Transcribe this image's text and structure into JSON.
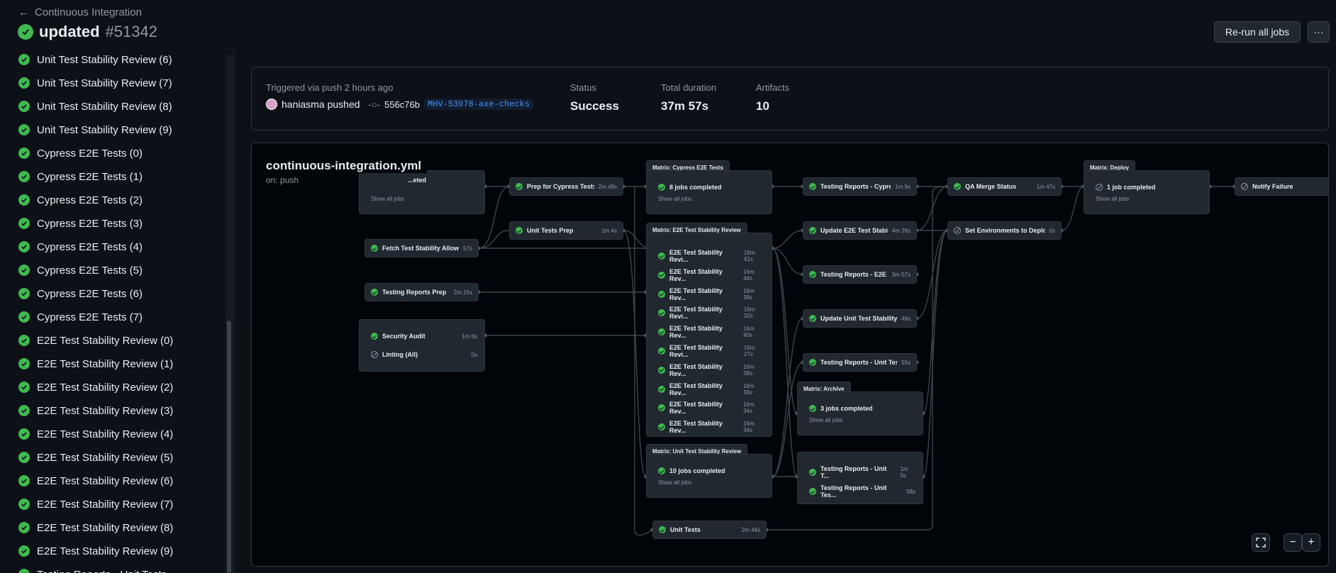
{
  "header": {
    "back_label": "Continuous Integration",
    "run_title": "updated",
    "run_number": "#51342",
    "rerun_label": "Re-run all jobs",
    "more_label": "···"
  },
  "sidebar": {
    "items": [
      {
        "label": "Unit Test Stability Review (6)"
      },
      {
        "label": "Unit Test Stability Review (7)"
      },
      {
        "label": "Unit Test Stability Review (8)"
      },
      {
        "label": "Unit Test Stability Review (9)"
      },
      {
        "label": "Cypress E2E Tests (0)"
      },
      {
        "label": "Cypress E2E Tests (1)"
      },
      {
        "label": "Cypress E2E Tests (2)"
      },
      {
        "label": "Cypress E2E Tests (3)"
      },
      {
        "label": "Cypress E2E Tests (4)"
      },
      {
        "label": "Cypress E2E Tests (5)"
      },
      {
        "label": "Cypress E2E Tests (6)"
      },
      {
        "label": "Cypress E2E Tests (7)"
      },
      {
        "label": "E2E Test Stability Review (0)"
      },
      {
        "label": "E2E Test Stability Review (1)"
      },
      {
        "label": "E2E Test Stability Review (2)"
      },
      {
        "label": "E2E Test Stability Review (3)"
      },
      {
        "label": "E2E Test Stability Review (4)"
      },
      {
        "label": "E2E Test Stability Review (5)"
      },
      {
        "label": "E2E Test Stability Review (6)"
      },
      {
        "label": "E2E Test Stability Review (7)"
      },
      {
        "label": "E2E Test Stability Review (8)"
      },
      {
        "label": "E2E Test Stability Review (9)"
      },
      {
        "label": "Testing Reports - Unit Tests"
      }
    ]
  },
  "summary": {
    "triggered": "Triggered via push 2 hours ago",
    "actor": "haniasma pushed",
    "commit": "556c76b",
    "branch": "MHV-53978-axe-checks",
    "status_label": "Status",
    "status_value": "Success",
    "duration_label": "Total duration",
    "duration_value": "37m 57s",
    "artifacts_label": "Artifacts",
    "artifacts_value": "10"
  },
  "workflow": {
    "file": "continuous-integration.yml",
    "trigger": "on: push",
    "show_all": "Show all jobs",
    "col0": {
      "group_label": "...eted",
      "fetch": {
        "name": "Fetch Test Stability Allow ...",
        "dur": "57s"
      },
      "reports_prep": {
        "name": "Testing Reports Prep",
        "dur": "2m 15s"
      },
      "security": {
        "name": "Security Audit",
        "dur": "1m 6s"
      },
      "linting": {
        "name": "Linting (All)",
        "dur": "0s"
      }
    },
    "col1": {
      "prep_cypress": {
        "name": "Prep for Cypress Tests",
        "dur": "2m 49s"
      },
      "unit_prep": {
        "name": "Unit Tests Prep",
        "dur": "1m 4s"
      }
    },
    "col2": {
      "cypress_tag": "Matrix: Cypress E2E Tests",
      "cypress_count": "8 jobs completed",
      "e2e_tag": "Matrix: E2E Test Stability Review",
      "e2e_jobs": [
        {
          "name": "E2E Test Stability Revi...",
          "dur": "16m 41s"
        },
        {
          "name": "E2E Test Stability Rev...",
          "dur": "16m 44s"
        },
        {
          "name": "E2E Test Stability Rev...",
          "dur": "16m 38s"
        },
        {
          "name": "E2E Test Stability Revi...",
          "dur": "16m 32s"
        },
        {
          "name": "E2E Test Stability Rev...",
          "dur": "16m 40s"
        },
        {
          "name": "E2E Test Stability Revi...",
          "dur": "16m 27s"
        },
        {
          "name": "E2E Test Stability Rev...",
          "dur": "16m 38s"
        },
        {
          "name": "E2E Test Stability Rev...",
          "dur": "16m 38s"
        },
        {
          "name": "E2E Test Stability Rev...",
          "dur": "16m 34s"
        },
        {
          "name": "E2E Test Stability Rev...",
          "dur": "16m 34s"
        }
      ],
      "unit_tag": "Matrix: Unit Test Stability Review",
      "unit_count": "10 jobs completed",
      "unit_tests": {
        "name": "Unit Tests",
        "dur": "2m 44s"
      }
    },
    "col3": {
      "reports_cypress": {
        "name": "Testing Reports - Cypre...",
        "dur": "1m 9s"
      },
      "update_e2e": {
        "name": "Update E2E Test Stabil...",
        "dur": "4m 26s"
      },
      "reports_e2e": {
        "name": "Testing Reports - E2E ...",
        "dur": "3m 57s"
      },
      "update_unit": {
        "name": "Update Unit Test Stability ...",
        "dur": "49s"
      },
      "reports_unit": {
        "name": "Testing Reports - Unit Tes...",
        "dur": "55s"
      },
      "archive_tag": "Matrix: Archive",
      "archive_count": "3 jobs completed",
      "reports_unit_t": {
        "name": "Testing Reports - Unit T...",
        "dur": "1m 5s"
      },
      "reports_unit_tes": {
        "name": "Testing Reports - Unit Tes...",
        "dur": "58s"
      }
    },
    "col4": {
      "qa_merge": {
        "name": "QA Merge Status",
        "dur": "1m 47s"
      },
      "set_env": {
        "name": "Set Environments to Deploy",
        "dur": "0s"
      }
    },
    "col5": {
      "deploy_tag": "Matrix: Deploy",
      "deploy_count": "1 job completed"
    },
    "col6": {
      "notify": {
        "name": "Notify Failure"
      }
    }
  },
  "colors": {
    "success": "#3fb950",
    "background": "#0d1117",
    "accent": "#4493f8"
  }
}
